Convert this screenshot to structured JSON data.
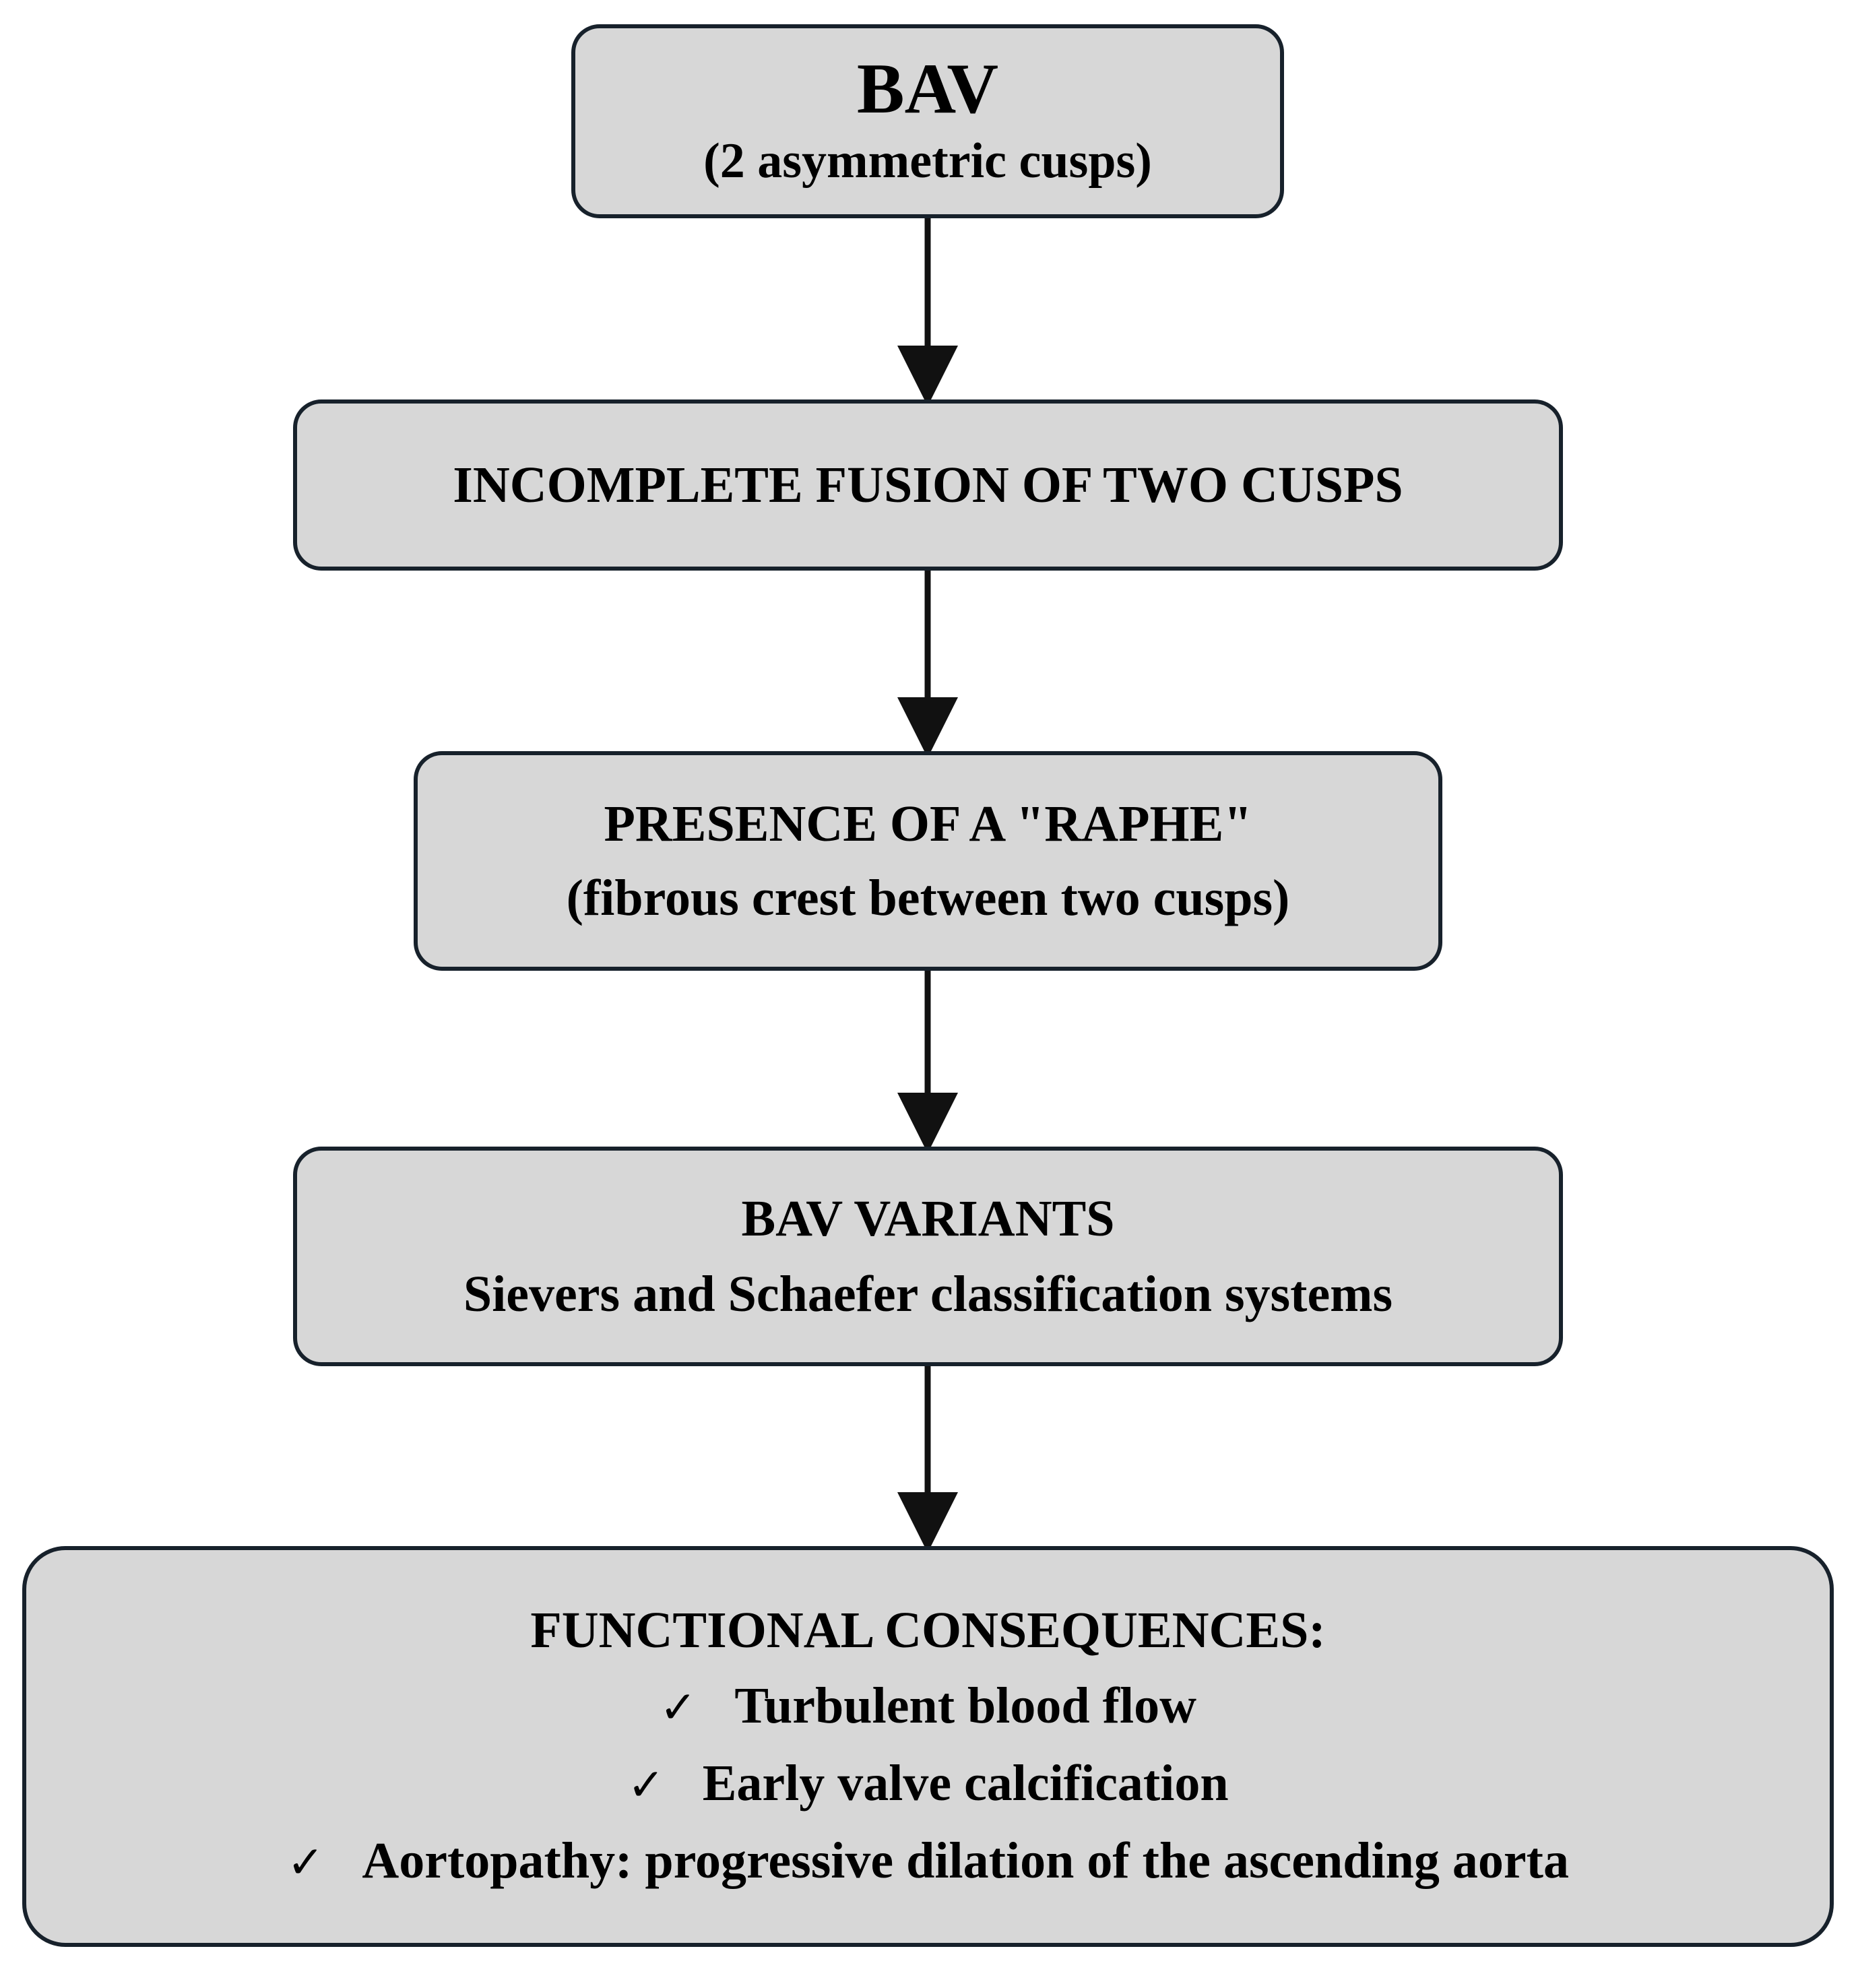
{
  "flowchart": {
    "nodes": [
      {
        "id": "bav",
        "title": "BAV",
        "subtitle": "(2 asymmetric cusps)"
      },
      {
        "id": "fusion",
        "title": "INCOMPLETE FUSION OF TWO CUSPS"
      },
      {
        "id": "raphe",
        "title": "PRESENCE OF A \"RAPHE\"",
        "subtitle": "(fibrous crest between two cusps)"
      },
      {
        "id": "variants",
        "title": "BAV VARIANTS",
        "subtitle": "Sievers and Schaefer classification systems"
      },
      {
        "id": "consequences",
        "title": "FUNCTIONAL CONSEQUENCES:",
        "items": [
          "Turbulent blood flow",
          "Early valve calcification",
          "Aortopathy: progressive dilation of the ascending aorta"
        ]
      }
    ],
    "edges": [
      {
        "from": "bav",
        "to": "fusion"
      },
      {
        "from": "fusion",
        "to": "raphe"
      },
      {
        "from": "raphe",
        "to": "variants"
      },
      {
        "from": "variants",
        "to": "consequences"
      }
    ],
    "check_mark": "✓",
    "colors": {
      "box_fill": "#d7d7d7",
      "box_border": "#17212b",
      "arrow": "#111111",
      "text": "#000000"
    }
  }
}
